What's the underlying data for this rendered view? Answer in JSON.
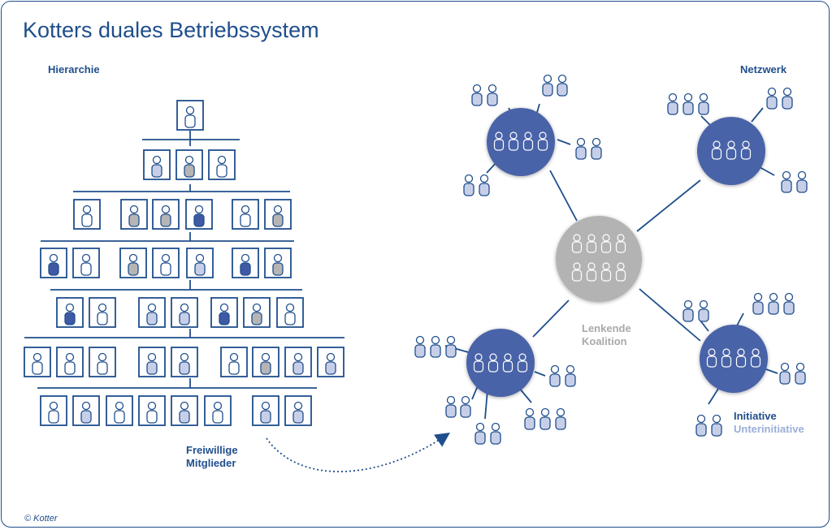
{
  "title": "Kotters duales Betriebssystem",
  "labels": {
    "hierarchy": "Hierarchie",
    "network": "Netzwerk",
    "coalition_line1": "Lenkende",
    "coalition_line2": "Koalition",
    "volunteers_line1": "Freiwillige",
    "volunteers_line2": "Mitglieder",
    "initiative": "Initiative",
    "subinitiative": "Unterinitiative"
  },
  "copyright": "© Kotter",
  "colors": {
    "brand": "#1f4e8c",
    "initiative_circle": "#4a63a8",
    "coalition_circle": "#b3b3b3",
    "person_light": "#c7cfe8",
    "person_gray": "#b5b5b5",
    "person_dark": "#3f5aa5"
  }
}
